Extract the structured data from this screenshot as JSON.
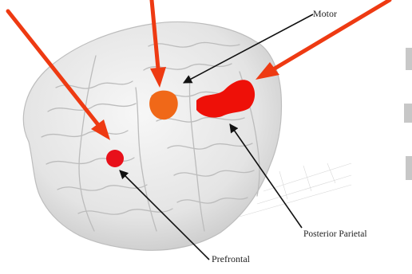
{
  "labels": {
    "motor": "Motor",
    "posterior_parietal": "Posterior Parietal",
    "prefrontal": "Prefrontal"
  },
  "colors": {
    "arrow_highlight": "#ee3a12",
    "region_motor": "#f06818",
    "region_parietal": "#ee1008",
    "region_prefrontal": "#e8101a",
    "brain_surface": "#e6e6e6",
    "leader_line": "#111111"
  }
}
